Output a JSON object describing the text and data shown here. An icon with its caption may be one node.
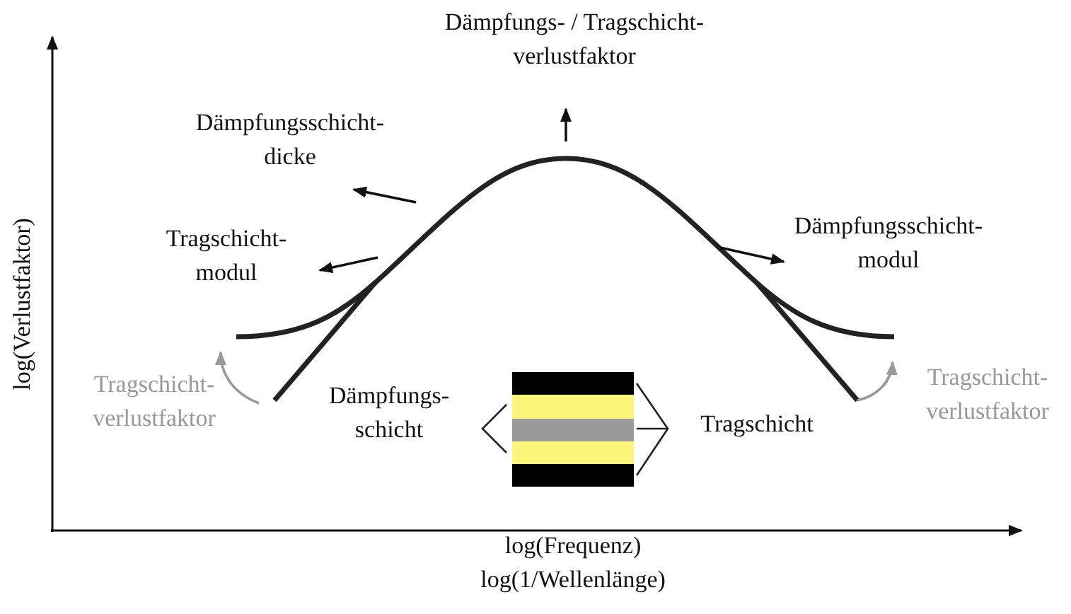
{
  "diagram": {
    "labels": [
      "Dämpfungs- / Tragschicht- verlustfaktor",
      "log(Verlustfaktor)",
      "Dämpfungsschicht- dicke",
      "Tragschicht- modul",
      "Dämpfungsschicht- modul",
      "Dämpfungs- schicht",
      "Tragschicht",
      "Tragschicht- verlustfaktor",
      "Tragschicht- verlustfaktor",
      "log(Frequenz)",
      "log(1/Wellenlänge)"
    ]
  }
}
